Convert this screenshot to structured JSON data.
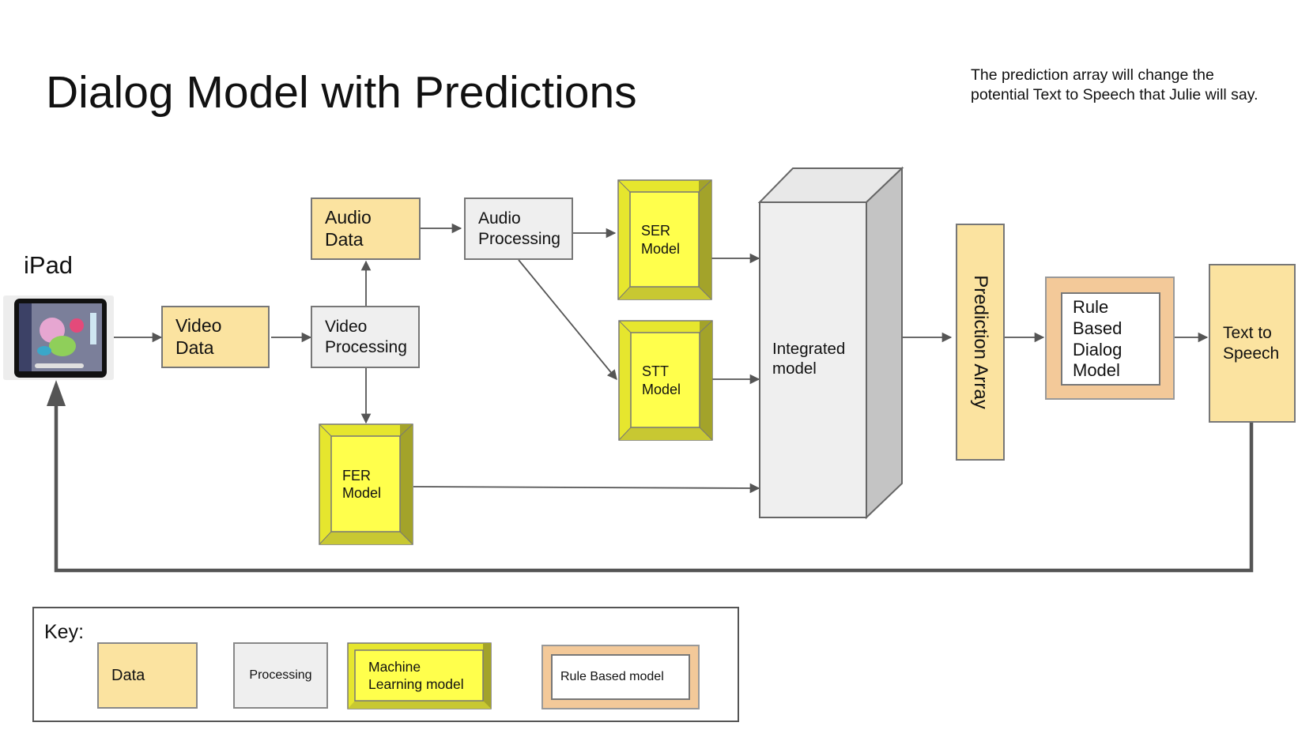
{
  "title": "Dialog Model with Predictions",
  "note": "The prediction array will change the potential Text to Speech that Julie will say.",
  "ipad_label": "iPad",
  "nodes": {
    "video_data": [
      "Video",
      "Data"
    ],
    "audio_data": [
      "Audio",
      "Data"
    ],
    "video_processing": [
      "Video",
      "Processing"
    ],
    "audio_processing": [
      "Audio",
      "Processing"
    ],
    "ser_model": [
      "SER",
      "Model"
    ],
    "stt_model": [
      "STT",
      "Model"
    ],
    "fer_model": [
      "FER",
      "Model"
    ],
    "integrated_model": [
      "Integrated",
      "model"
    ],
    "prediction_array": "Prediction Array",
    "rule_based_dialog": [
      "Rule",
      "Based",
      "Dialog",
      "Model"
    ],
    "text_to_speech": [
      "Text to",
      "Speech"
    ]
  },
  "key": {
    "title": "Key:",
    "data": "Data",
    "processing": "Processing",
    "ml": [
      "Machine",
      "Learning model"
    ],
    "rule_based": "Rule Based model"
  },
  "colors": {
    "data": "#fbe3a0",
    "processing": "#efefef",
    "ml_face": "#ffff4c",
    "ml_bevel_light": "#e6e62e",
    "ml_bevel_dark": "#a3a32a",
    "rule_based_frame": "#f3c999",
    "arrow": "#555555"
  },
  "icons": {
    "ipad": "tablet-icon"
  }
}
